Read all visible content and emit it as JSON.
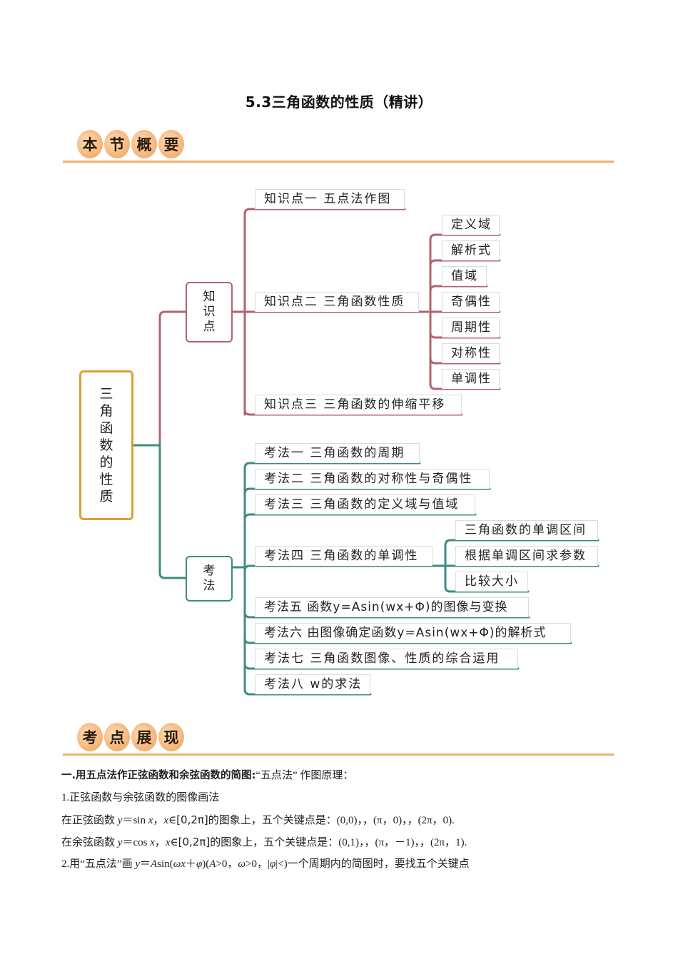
{
  "page_title": "5.3三角函数的性质（精讲）",
  "banner_overview": {
    "chars": [
      "本",
      "节",
      "概",
      "要"
    ]
  },
  "banner_points": {
    "chars": [
      "考",
      "点",
      "展",
      "现"
    ]
  },
  "colors": {
    "root_border": "#d9a032",
    "knowledge_branch": "#b0646e",
    "method_branch": "#3e8c84",
    "banner_ball": "#f4b06e",
    "banner_rule": "#f0b26a"
  },
  "mindmap": {
    "root": {
      "chars": [
        "三",
        "角",
        "函",
        "数",
        "的",
        "性",
        "质"
      ]
    },
    "knowledge": {
      "hub_chars": [
        "知",
        "识",
        "点"
      ],
      "items": [
        {
          "label": "知识点一  五点法作图"
        },
        {
          "label": "知识点二  三角函数性质",
          "children": [
            "定义域",
            "解析式",
            "值域",
            "奇偶性",
            "周期性",
            "对称性",
            "单调性"
          ]
        },
        {
          "label": "知识点三  三角函数的伸缩平移"
        }
      ]
    },
    "methods": {
      "hub_chars": [
        "考",
        "法"
      ],
      "items": [
        {
          "label": "考法一  三角函数的周期"
        },
        {
          "label": "考法二  三角函数的对称性与奇偶性"
        },
        {
          "label": "考法三  三角函数的定义域与值域"
        },
        {
          "label": "考法四  三角函数的单调性",
          "children": [
            "三角函数的单调区间",
            "根据单调区间求参数",
            "比较大小"
          ]
        },
        {
          "label": "考法五  函数y=Asin(wx+Φ)的图像与变换"
        },
        {
          "label": "考法六  由图像确定函数y=Asin(wx+Φ)的解析式"
        },
        {
          "label": "考法七  三角函数图像、性质的综合运用"
        },
        {
          "label": "考法八  w的求法"
        }
      ]
    }
  },
  "content": {
    "heading_bold": "一.用五点法作正弦函数和余弦函数的简图:",
    "heading_rest": "“五点法” 作图原理：",
    "line1": "1.正弦函数与余弦函数的图像画法",
    "sin_line": {
      "prefix": "在正弦函数 ",
      "func_y": "y",
      "func_eq": "＝sin ",
      "func_x": "x",
      "sep": "，",
      "dom_x": "x",
      "dom_in": "∈",
      "interval": "[0,2π]",
      "suffix": "的图象上，五个关键点是：(0,0)，，(π，0)，，(2π，0)."
    },
    "cos_line": {
      "prefix": "在余弦函数 ",
      "func_y": "y",
      "func_eq": "＝cos ",
      "func_x": "x",
      "sep": "，",
      "dom_x": "x",
      "dom_in": "∈",
      "interval": "[0,2π]",
      "suffix": "的图象上，五个关键点是：(0,1)，，(π，－1)，，(2π，1)."
    },
    "line4": {
      "prefix": "2.用“五点法”画 ",
      "y": "y",
      "eq": "＝",
      "A": "A",
      "sin": "sin(",
      "omega_x": "ωx",
      "plus": "＋",
      "phi": "φ",
      "close": ")(",
      "A2": "A",
      "cond1": ">0，",
      "omega": "ω",
      "cond2": ">0，|",
      "phi2": "φ",
      "cond3": "|<)一个周期内的简图时，要找五个关键点"
    }
  }
}
